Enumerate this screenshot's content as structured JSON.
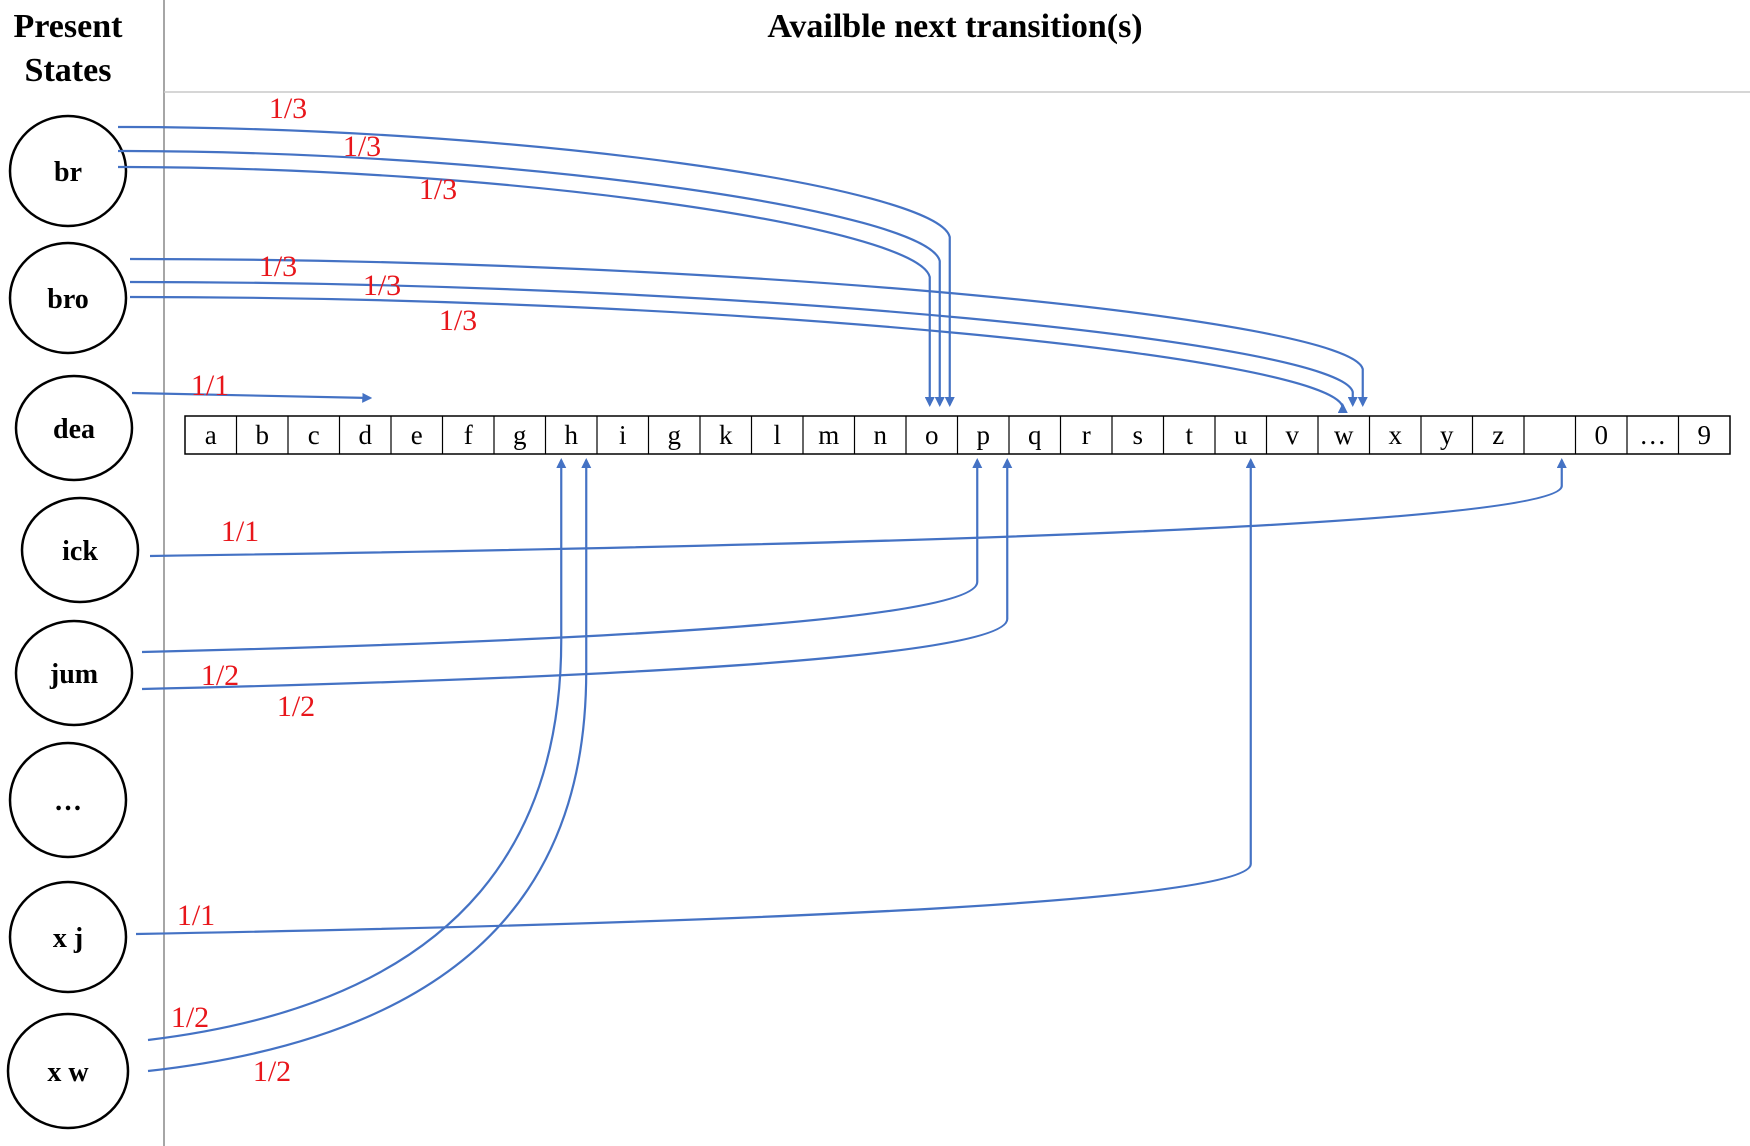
{
  "header": {
    "present_states_line1": "Present",
    "present_states_line2": "States",
    "transitions_title": "Availble next transition(s)"
  },
  "colors": {
    "arrow": "#4472c4",
    "probability": "#e8161b",
    "divider": "#a6a6a6"
  },
  "states": [
    {
      "id": "br",
      "label": "br"
    },
    {
      "id": "bro",
      "label": "bro"
    },
    {
      "id": "dea",
      "label": "dea"
    },
    {
      "id": "ick",
      "label": "ick"
    },
    {
      "id": "jum",
      "label": "jum"
    },
    {
      "id": "ellipsis",
      "label": "…"
    },
    {
      "id": "xj",
      "label": "x j"
    },
    {
      "id": "xw",
      "label": "x w"
    }
  ],
  "alphabet": [
    "a",
    "b",
    "c",
    "d",
    "e",
    "f",
    "g",
    "h",
    "i",
    "g",
    "k",
    "l",
    "m",
    "n",
    "o",
    "p",
    "q",
    "r",
    "s",
    "t",
    "u",
    "v",
    "w",
    "x",
    "y",
    "z",
    " ",
    "0",
    "…",
    "9"
  ],
  "transitions": [
    {
      "from": "br",
      "to": "o",
      "prob": "1/3"
    },
    {
      "from": "br",
      "to": "o",
      "prob": "1/3"
    },
    {
      "from": "br",
      "to": "o",
      "prob": "1/3"
    },
    {
      "from": "bro",
      "to": "w",
      "prob": "1/3"
    },
    {
      "from": "bro",
      "to": "w",
      "prob": "1/3"
    },
    {
      "from": "bro",
      "to": "w",
      "prob": "1/3"
    },
    {
      "from": "dea",
      "to": "d",
      "prob": "1/1"
    },
    {
      "from": "ick",
      "to": " ",
      "prob": "1/1"
    },
    {
      "from": "jum",
      "to": "p",
      "prob": "1/2"
    },
    {
      "from": "jum",
      "to": "p",
      "prob": "1/2"
    },
    {
      "from": "xj",
      "to": "u",
      "prob": "1/1"
    },
    {
      "from": "xw",
      "to": "h",
      "prob": "1/2"
    },
    {
      "from": "xw",
      "to": "h",
      "prob": "1/2"
    }
  ]
}
